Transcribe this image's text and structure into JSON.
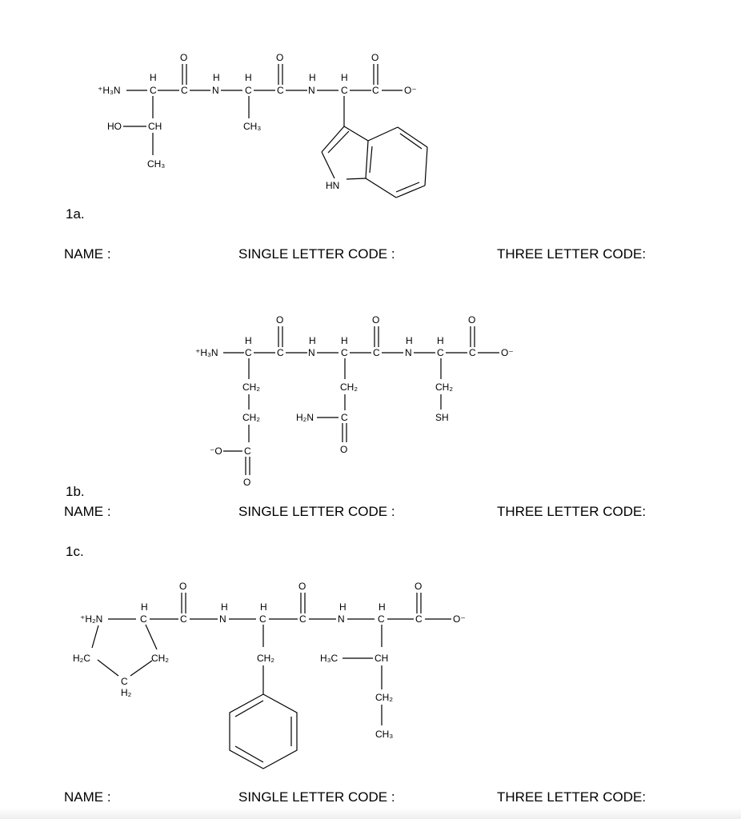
{
  "q1a": {
    "number": "1a.",
    "name_label": "NAME :",
    "single_label": "SINGLE LETTER CODE :",
    "three_label": "THREE LETTER CODE:",
    "atoms": {
      "amine": "⁺H₃N",
      "h": "H",
      "c": "C",
      "o": "O",
      "n": "N",
      "o_minus": "O⁻",
      "ho": "HO",
      "ch": "CH",
      "ch3": "CH₃",
      "hn": "HN"
    }
  },
  "q1b": {
    "number": "1b.",
    "name_label": "NAME :",
    "single_label": "SINGLE LETTER CODE :",
    "three_label": "THREE LETTER CODE:",
    "atoms": {
      "amine": "⁺H₃N",
      "h": "H",
      "c": "C",
      "o": "O",
      "n": "N",
      "o_minus": "O⁻",
      "ch2": "CH₂",
      "h2n": "H₂N",
      "sh": "SH",
      "minus_o": "⁻O"
    }
  },
  "q1c": {
    "number": "1c.",
    "name_label": "NAME :",
    "single_label": "SINGLE LETTER CODE :",
    "three_label": "THREE LETTER CODE:",
    "atoms": {
      "amine": "⁺H₂N",
      "h": "H",
      "c": "C",
      "o": "O",
      "n": "N",
      "o_minus": "O⁻",
      "h2c": "H₂C",
      "ch2": "CH₂",
      "c_ring": "C",
      "h2": "H₂",
      "h3c": "H₃C",
      "ch": "CH",
      "ch3": "CH₃"
    }
  }
}
